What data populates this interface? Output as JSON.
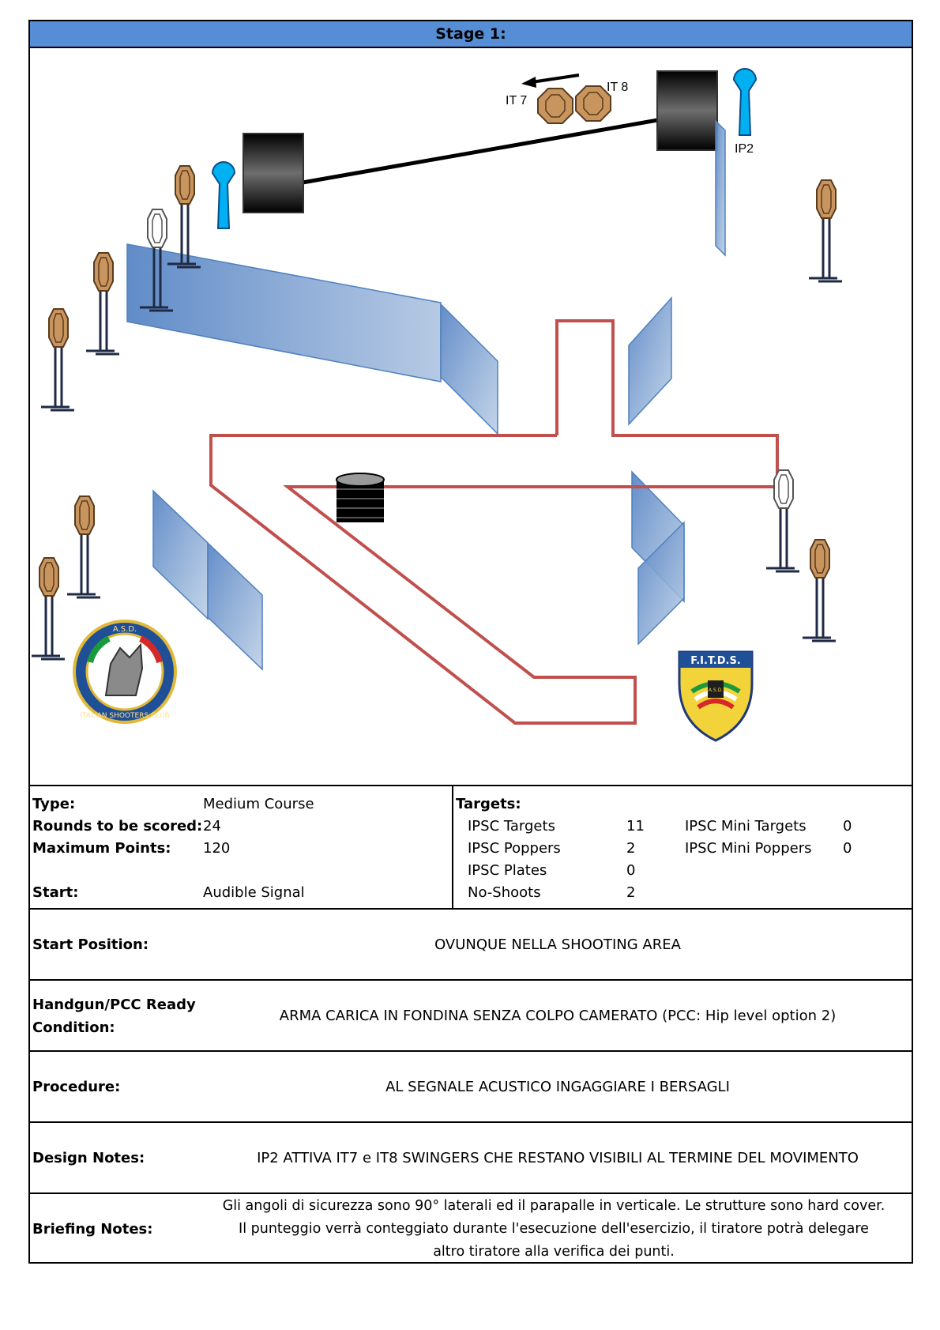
{
  "stage_title": "Stage 1:",
  "diagram": {
    "labels": {
      "it7": "IT 7",
      "it8": "IT 8",
      "ip2": "IP2"
    },
    "logo_left": {
      "text_top": "A.S.D.",
      "text_bottom": "ITALIAN SHOOTERS CLUB"
    },
    "logo_right": {
      "text_top": "F.I.T.D.S.",
      "inner": "A.S.D."
    },
    "colors": {
      "header": "#558ed5",
      "fault_line": "#c0504d",
      "wall": "#4f81bd",
      "target": "#c9955f",
      "popper": "#00b0f0"
    }
  },
  "info": {
    "type_label": "Type:",
    "type_value": "Medium Course",
    "rounds_label": "Rounds to be scored:",
    "rounds_value": "24",
    "points_label": "Maximum Points:",
    "points_value": "120",
    "start_label": "Start:",
    "start_value": "Audible Signal",
    "targets_label": "Targets:",
    "targets": [
      {
        "name": "IPSC Targets",
        "count": "11"
      },
      {
        "name": "IPSC Poppers",
        "count": "2"
      },
      {
        "name": "IPSC Plates",
        "count": "0"
      },
      {
        "name": "No-Shoots",
        "count": "2"
      }
    ],
    "targets_right": [
      {
        "name": "IPSC Mini Targets",
        "count": "0"
      },
      {
        "name": "IPSC Mini Poppers",
        "count": "0"
      }
    ]
  },
  "rows": {
    "start_position": {
      "label": "Start Position:",
      "text": "OVUNQUE NELLA SHOOTING AREA"
    },
    "ready": {
      "label_1": "Handgun/PCC Ready",
      "label_2": "Condition:",
      "text": "ARMA CARICA IN FONDINA SENZA COLPO CAMERATO (PCC: Hip level option 2)"
    },
    "procedure": {
      "label": "Procedure:",
      "text": "AL SEGNALE ACUSTICO INGAGGIARE I BERSAGLI"
    },
    "design": {
      "label": "Design Notes:",
      "text": "IP2 ATTIVA IT7 e IT8 SWINGERS CHE RESTANO VISIBILI AL TERMINE DEL MOVIMENTO"
    },
    "briefing": {
      "label": "Briefing Notes:",
      "line_1": "Gli angoli di sicurezza sono 90°  laterali ed il parapalle in verticale. Le strutture sono hard cover.",
      "line_2": "Il punteggio verrà conteggiato durante l'esecuzione dell'esercizio, il tiratore potrà delegare",
      "line_3": "altro tiratore alla verifica dei punti."
    }
  }
}
